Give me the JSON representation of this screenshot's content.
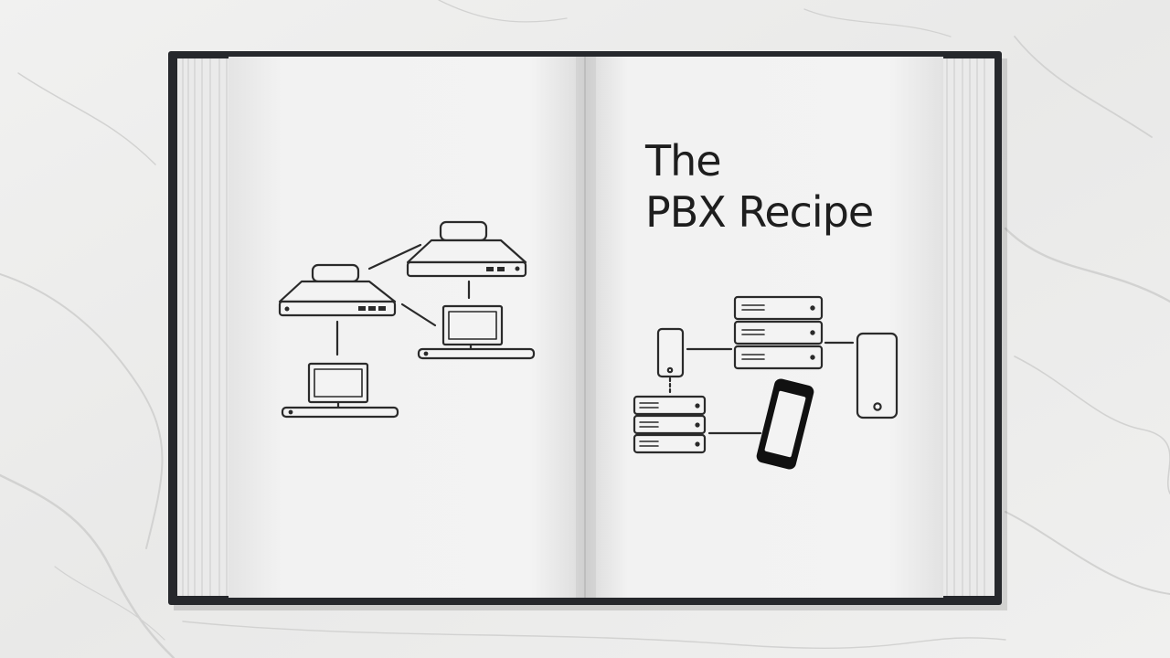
{
  "book": {
    "title_line_1": "The",
    "title_line_2": "PBX Recipe"
  },
  "left_page": {
    "illustration": "network-devices-illustration"
  },
  "right_page": {
    "illustration": "servers-and-phones-illustration"
  },
  "colors": {
    "cover": "#26282c",
    "paper": "#f3f3f3",
    "ink": "#1e1e1e",
    "marble": "#ececeb"
  }
}
